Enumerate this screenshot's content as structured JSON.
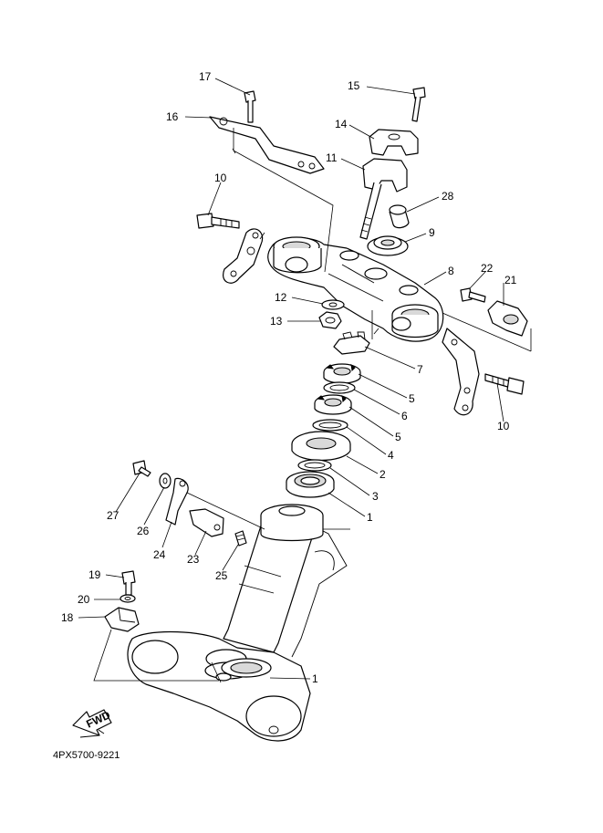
{
  "diagram_code": "4PX5700-9221",
  "fwd_label": "FWD",
  "callouts": {
    "c17": "17",
    "c16": "16",
    "c15": "15",
    "c14": "14",
    "c11": "11",
    "c10a": "10",
    "c28": "28",
    "c9": "9",
    "c8": "8",
    "c22": "22",
    "c21": "21",
    "c12": "12",
    "c13": "13",
    "c7": "7",
    "c5a": "5",
    "c6": "6",
    "c10b": "10",
    "c5b": "5",
    "c4": "4",
    "c2": "2",
    "c3": "3",
    "c1a": "1",
    "c27": "27",
    "c26": "26",
    "c24": "24",
    "c23": "23",
    "c25": "25",
    "c19": "19",
    "c20": "20",
    "c18": "18",
    "c1b": "1"
  }
}
